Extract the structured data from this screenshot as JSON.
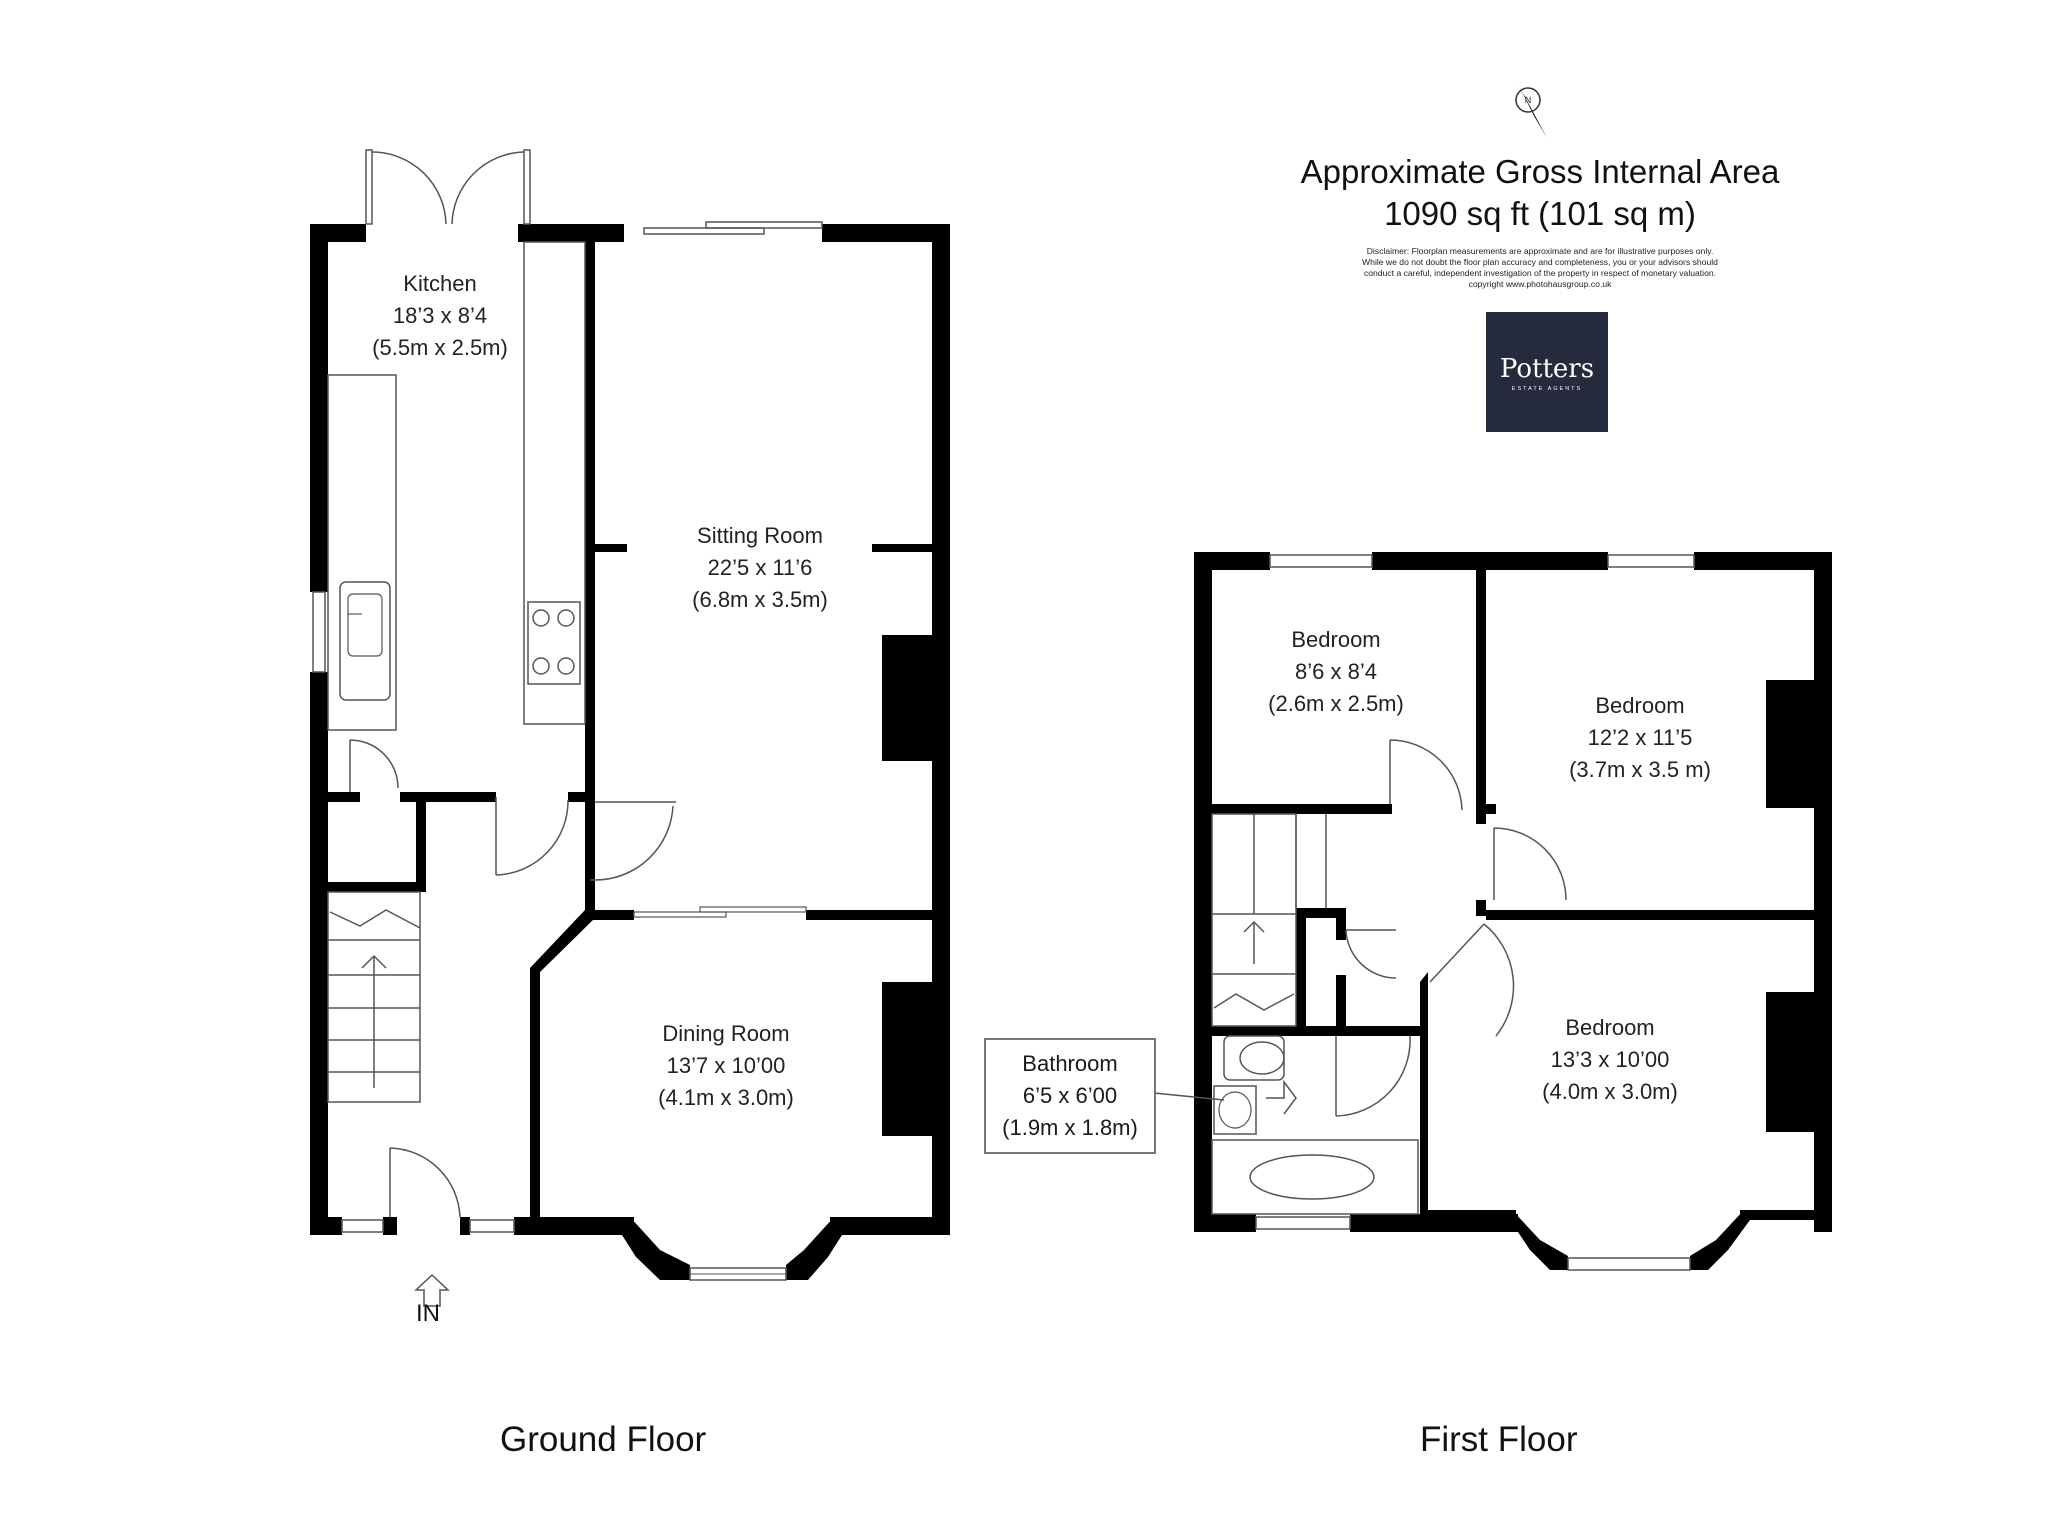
{
  "header": {
    "area_title_line1": "Approximate Gross Internal Area",
    "area_title_line2": "1090 sq ft (101 sq m)",
    "disclaimer": [
      "Disclaimer: Floorplan measurements are approximate and are for illustrative purposes only.",
      "While we do not doubt the floor plan accuracy and completeness, you or your advisors should",
      "conduct a careful, independent investigation of the property in respect of monetary valuation.",
      "copyright www.photohausgroup.co.uk"
    ],
    "compass_letter": "N"
  },
  "logo": {
    "name": "Potters",
    "tagline": "ESTATE AGENTS",
    "bg_color": "#262a3d"
  },
  "ground_floor": {
    "name": "Ground Floor",
    "entrance_label": "IN",
    "rooms": {
      "kitchen": {
        "name": "Kitchen",
        "imperial": "18’3 x 8’4",
        "metric": "(5.5m x 2.5m)"
      },
      "sitting": {
        "name": "Sitting Room",
        "imperial": "22’5 x 11’6",
        "metric": "(6.8m x 3.5m)"
      },
      "dining": {
        "name": "Dining Room",
        "imperial": "13’7 x 10’00",
        "metric": "(4.1m x 3.0m)"
      }
    }
  },
  "first_floor": {
    "name": "First Floor",
    "rooms": {
      "bed1": {
        "name": "Bedroom",
        "imperial": "8’6 x 8’4",
        "metric": "(2.6m x 2.5m)"
      },
      "bed2": {
        "name": "Bedroom",
        "imperial": "12’2 x 11’5",
        "metric": "(3.7m x 3.5 m)"
      },
      "bed3": {
        "name": "Bedroom",
        "imperial": "13’3 x 10’00",
        "metric": "(4.0m x 3.0m)"
      },
      "bath": {
        "name": "Bathroom",
        "imperial": "6’5 x 6’00",
        "metric": "(1.9m x 1.8m)"
      }
    }
  },
  "colors": {
    "wall": "#000000",
    "fixture_line": "#555555",
    "background": "#ffffff"
  }
}
